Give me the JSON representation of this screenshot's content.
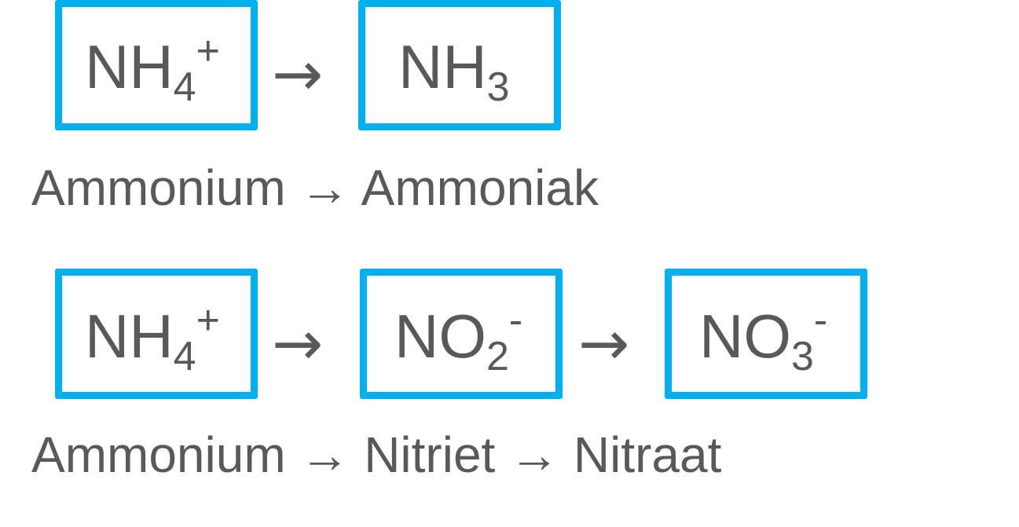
{
  "colors": {
    "box_border": "#00b0f0",
    "text": "#595959"
  },
  "row1": {
    "box1": {
      "base": "NH",
      "sub": "4",
      "sup": "+"
    },
    "arrow": "→",
    "box2": {
      "base": "NH",
      "sub": "3",
      "sup": ""
    },
    "caption": "Ammonium → Ammoniak"
  },
  "row2": {
    "box1": {
      "base": "NH",
      "sub": "4",
      "sup": "+"
    },
    "arrow1": "→",
    "box2": {
      "base": "NO",
      "sub": "2",
      "sup": "-"
    },
    "arrow2": "→",
    "box3": {
      "base": "NO",
      "sub": "3",
      "sup": "-"
    },
    "caption": "Ammonium → Nitriet → Nitraat"
  }
}
